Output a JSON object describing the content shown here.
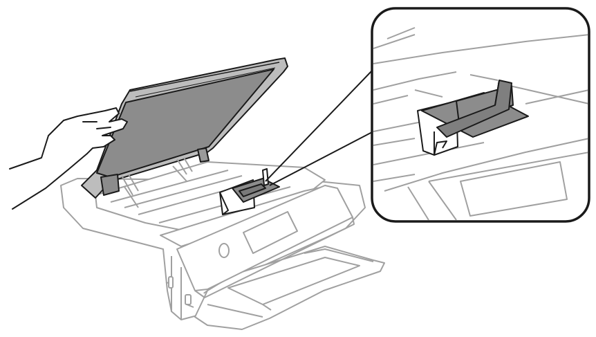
{
  "figure": {
    "components": [
      {
        "name": "printer-body"
      },
      {
        "name": "scanner-unit"
      },
      {
        "name": "hand"
      },
      {
        "name": "print-head-with-tape"
      },
      {
        "name": "control-panel"
      },
      {
        "name": "paper-output-tray"
      },
      {
        "name": "zoom-callout"
      }
    ],
    "colors": {
      "outline": "#1a1a1a",
      "body_outline": "#9a9a9a",
      "lid_fill": "#8c8c8c",
      "tape_fill": "#7f7f7f",
      "background": "#ffffff"
    }
  }
}
